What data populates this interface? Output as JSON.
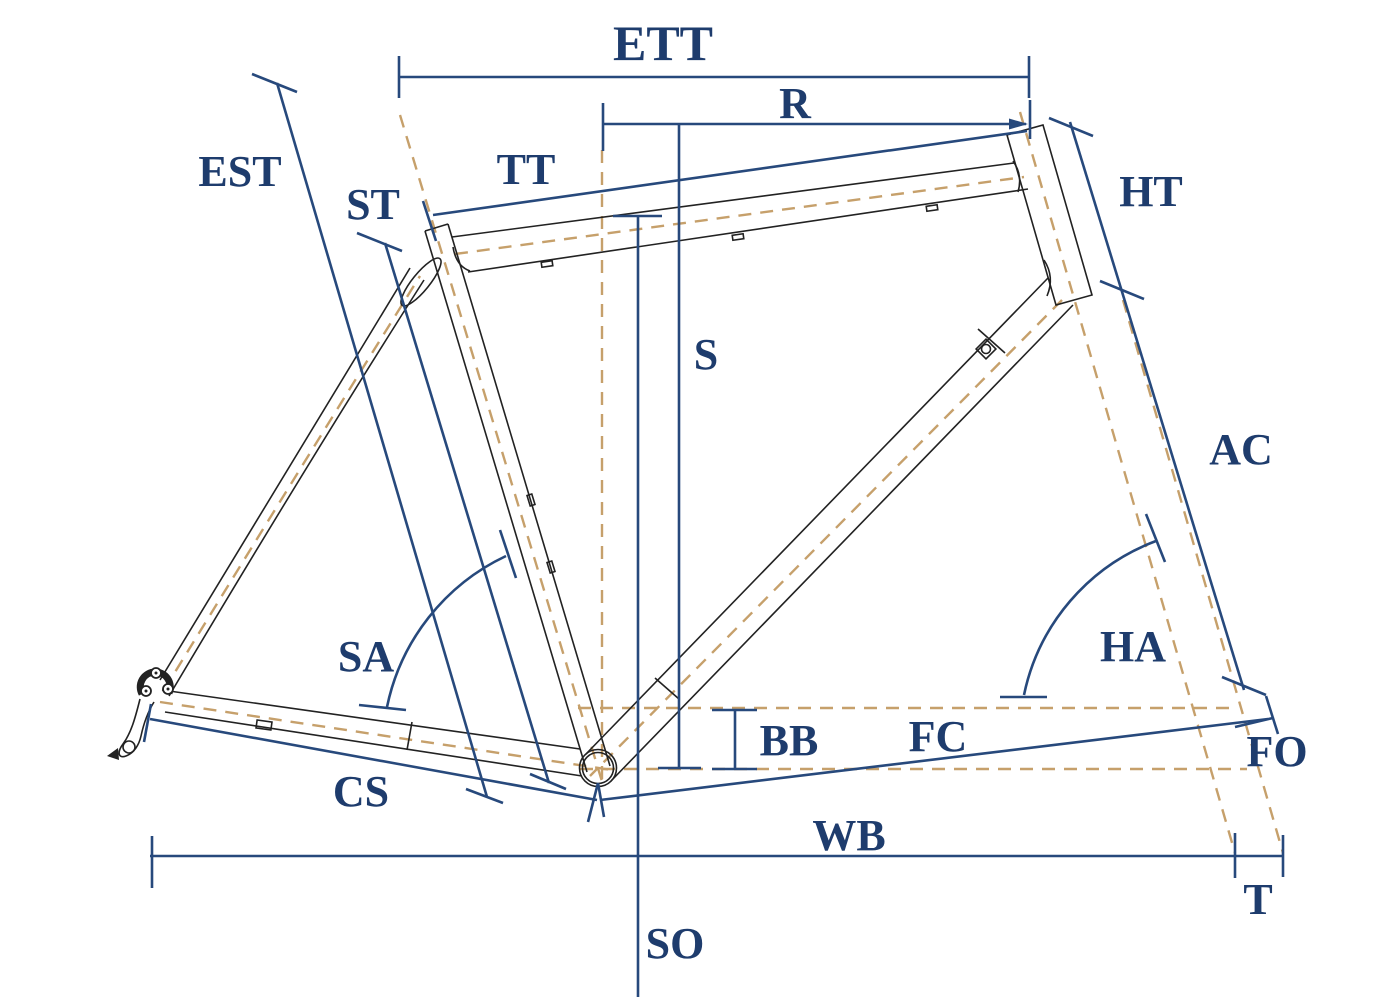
{
  "diagram": {
    "title": "bicycle-frame-geometry-diagram",
    "background": "#ffffff",
    "colors": {
      "label_navy": "#1e3c6d",
      "dimension_blue": "#27497c",
      "centerline_tan": "#c6a06b",
      "frame_black": "#222222"
    },
    "labels": {
      "ett": "ETT",
      "r": "R",
      "est": "EST",
      "st": "ST",
      "tt": "TT",
      "ht": "HT",
      "s": "S",
      "ac": "AC",
      "sa": "SA",
      "ha": "HA",
      "bb": "BB",
      "fc": "FC",
      "fo": "FO",
      "cs": "CS",
      "wb": "WB",
      "t": "T",
      "so": "SO"
    }
  }
}
